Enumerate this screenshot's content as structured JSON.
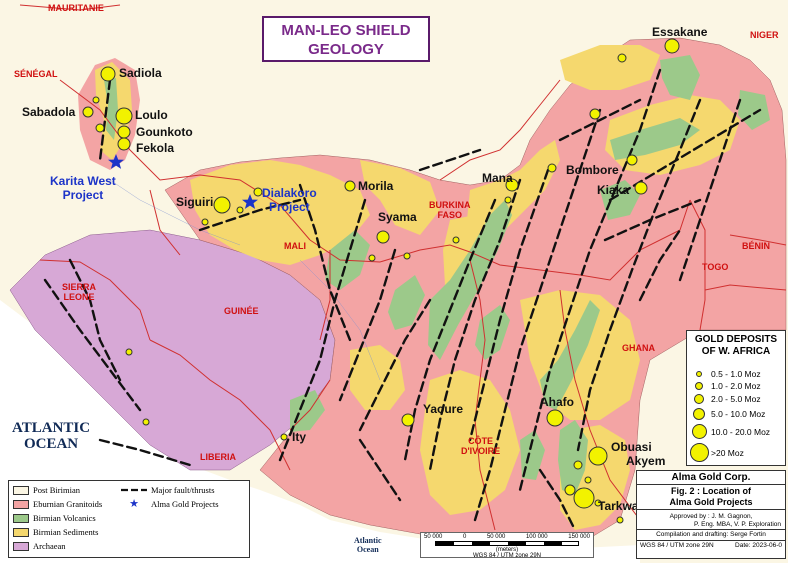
{
  "title": [
    "MAN-LEO SHIELD",
    "GEOLOGY"
  ],
  "countries": [
    {
      "id": "mauritanie",
      "lines": [
        "MAURITANIE"
      ]
    },
    {
      "id": "senegal",
      "lines": [
        "SÉNÉGAL"
      ]
    },
    {
      "id": "mali",
      "lines": [
        "MALI"
      ]
    },
    {
      "id": "burkina",
      "lines": [
        "BURKINA",
        "FASO"
      ]
    },
    {
      "id": "niger",
      "lines": [
        "NIGER"
      ]
    },
    {
      "id": "benin",
      "lines": [
        "BÉNIN"
      ]
    },
    {
      "id": "togo",
      "lines": [
        "TOGO"
      ]
    },
    {
      "id": "ghana",
      "lines": [
        "GHANA"
      ]
    },
    {
      "id": "cote",
      "lines": [
        "CÔTE",
        "D'IVOIRE"
      ]
    },
    {
      "id": "liberia",
      "lines": [
        "LIBERIA"
      ]
    },
    {
      "id": "guinee",
      "lines": [
        "GUINÉE"
      ]
    },
    {
      "id": "sierra",
      "lines": [
        "SIERRA",
        "LEONE"
      ]
    }
  ],
  "mines": {
    "sadiola": "Sadiola",
    "sabadola": "Sabadola",
    "loulo": "Loulo",
    "gounkoto": "Gounkoto",
    "fekola": "Fekola",
    "siguiri": "Siguiri",
    "morila": "Morila",
    "syama": "Syama",
    "mana": "Mana",
    "essakane": "Essakane",
    "bombore": "Bombore",
    "kiaka": "Kiaka",
    "yaoure": "Yaoure",
    "ity": "Ity",
    "ahafo": "Ahafo",
    "obuasi": "Obuasi",
    "akyem": "Akyem",
    "tarkwa": "Tarkwa"
  },
  "projects": {
    "karita": [
      "Karita West",
      "Project"
    ],
    "dialakoro": [
      "Dialakoro",
      "Project"
    ]
  },
  "oceans": {
    "atlantic_big": [
      "ATLANTIC",
      "OCEAN"
    ],
    "atlantic_small": [
      "Atlantic",
      "Ocean"
    ]
  },
  "legend_geology": {
    "units": [
      {
        "label": "Post Birimian",
        "color": "#fbf6e4"
      },
      {
        "label": "Eburnian Granitoids",
        "color": "#f3a4a4"
      },
      {
        "label": "Birmian Volcanics",
        "color": "#9cc98a"
      },
      {
        "label": "Birmian Sediments",
        "color": "#f5d86e"
      },
      {
        "label": "Archaean",
        "color": "#d7a8d6"
      }
    ],
    "fault_label": "Major fault/thrusts",
    "project_label": "Alma Gold Projects"
  },
  "legend_gold": {
    "header": [
      "GOLD DEPOSITS",
      "OF W. AFRICA"
    ],
    "classes": [
      "0.5 - 1.0 Moz",
      "1.0 - 2.0 Moz",
      "2.0 - 5.0 Moz",
      "5.0 - 10.0 Moz",
      "10.0 - 20.0 Moz",
      ">20 Moz"
    ]
  },
  "title_block": {
    "corp": "Alma Gold Corp.",
    "fig": [
      "Fig. 2 : Location of",
      "Alma Gold Projects"
    ],
    "approved": "Approved by : J. M. Gagnon,",
    "approved2": "P. Eng. MBA, V. P. Exploration",
    "compiled": "Compilation and drafting: Serge Fortin",
    "datum": "WGS 84 / UTM zone 29N",
    "date": "Date: 2023-06-0"
  },
  "scale": {
    "ticks": [
      "50 000",
      "0",
      "50 000",
      "100 000",
      "150 000"
    ],
    "unit": "(meters)",
    "datum": "WGS 84 / UTM zone 29N"
  },
  "colors": {
    "granitoid": "#f3a4a4",
    "volcanic": "#9cc98a",
    "sediment": "#f5d86e",
    "archaean": "#d7a8d6",
    "post": "#fbf6e4",
    "gold": "#f2f200",
    "project_star": "#1c34c8",
    "border": "#d03030",
    "fault": "#111111"
  }
}
